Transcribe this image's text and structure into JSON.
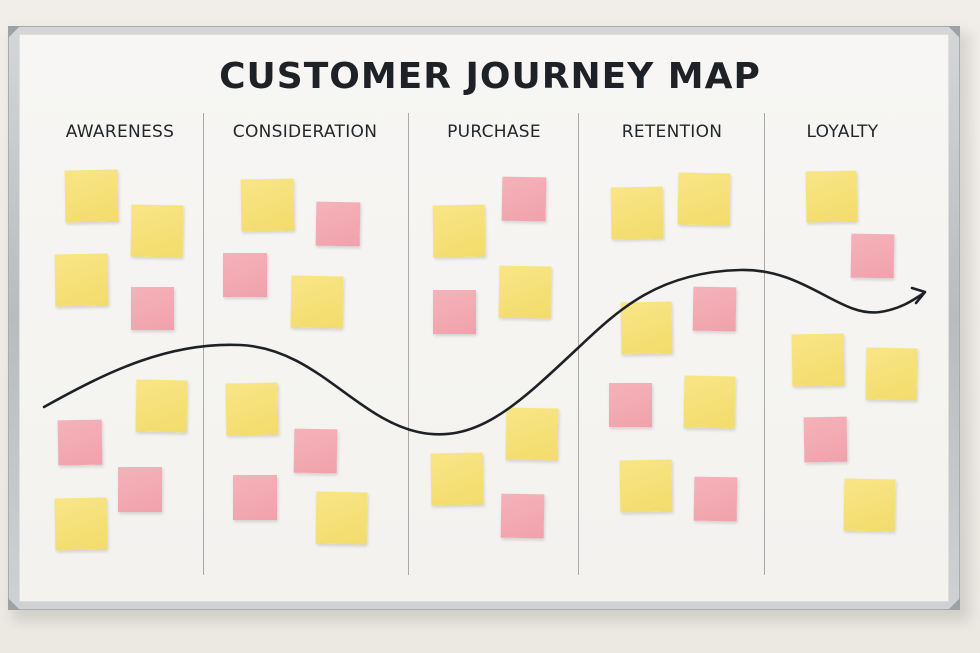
{
  "board": {
    "title": "CUSTOMER JOURNEY MAP",
    "stages": [
      {
        "label": "AWARENESS"
      },
      {
        "label": "CONSIDERATION"
      },
      {
        "label": "PURCHASE"
      },
      {
        "label": "RETENTION"
      },
      {
        "label": "LOYALTY"
      }
    ]
  },
  "colors": {
    "note_yellow": "#f5df72",
    "note_pink": "#f2a8b2",
    "marker": "#1e2226",
    "board_frame": "#c0c3c6"
  }
}
